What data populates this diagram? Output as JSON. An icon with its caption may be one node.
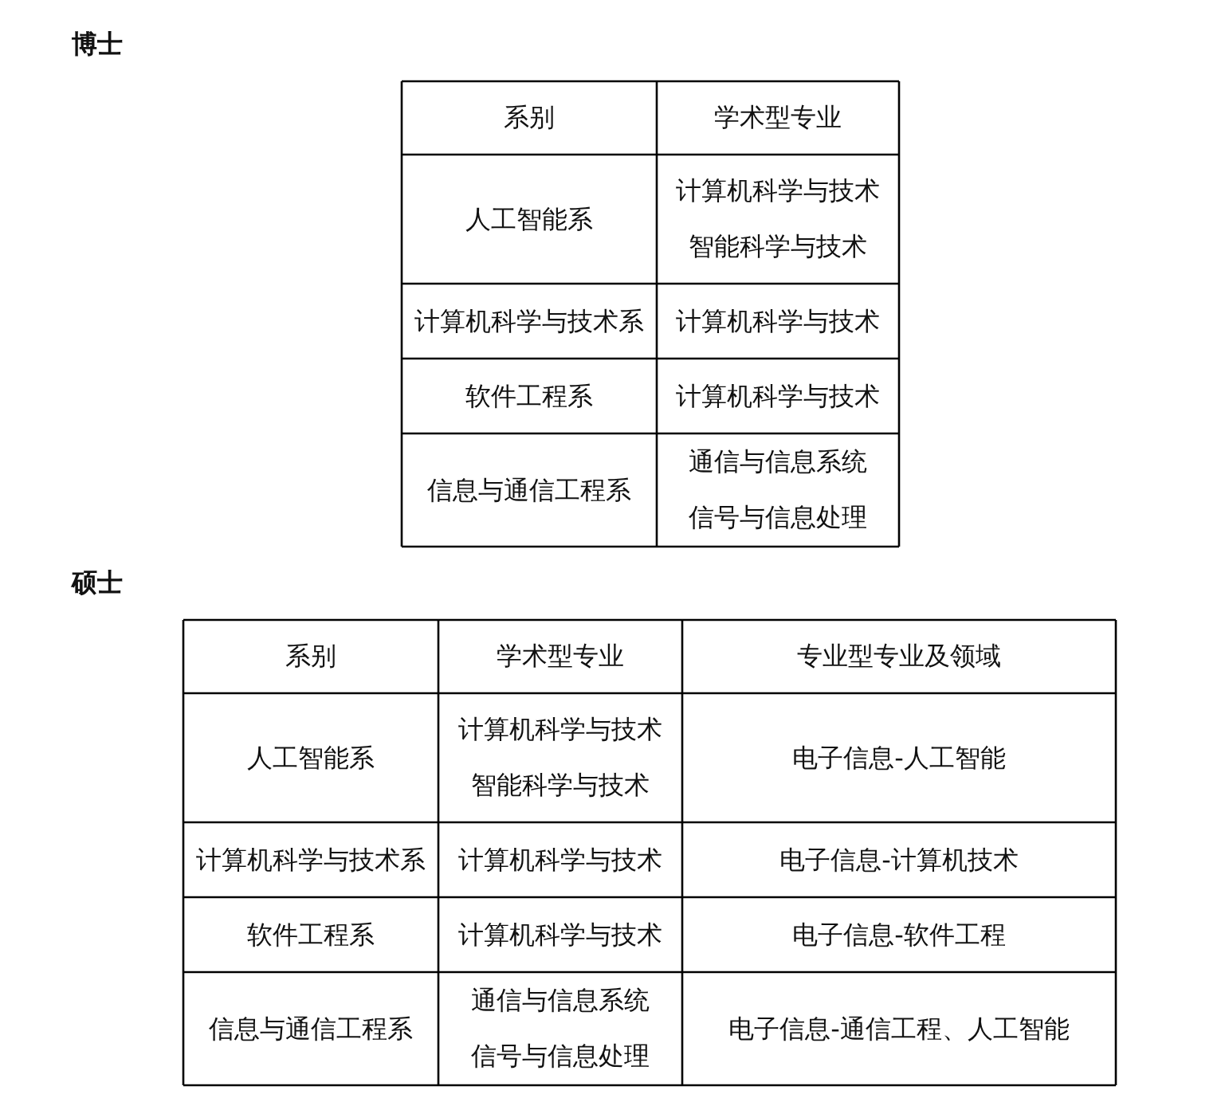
{
  "diagram": {
    "labels": [
      "博士",
      "系别",
      "学术型专业",
      "人工智能系",
      "计算机科学与技术",
      "智能科学与技术",
      "计算机科学与技术系",
      "计算机科学与技术",
      "软件工程系",
      "计算机科学与技术",
      "信息与通信工程系",
      "通信与信息系统",
      "信号与信息处理",
      "硕士",
      "系别",
      "学术型专业",
      "专业型专业及领域",
      "人工智能系",
      "计算机科学与技术",
      "智能科学与技术",
      "电子信息-人工智能",
      "计算机科学与技术系",
      "计算机科学与技术",
      "电子信息-计算机技术",
      "软件工程系",
      "计算机科学与技术",
      "电子信息-软件工程",
      "信息与通信工程系",
      "通信与信息系统",
      "信号与信息处理",
      "电子信息-通信工程、人工智能"
    ]
  }
}
